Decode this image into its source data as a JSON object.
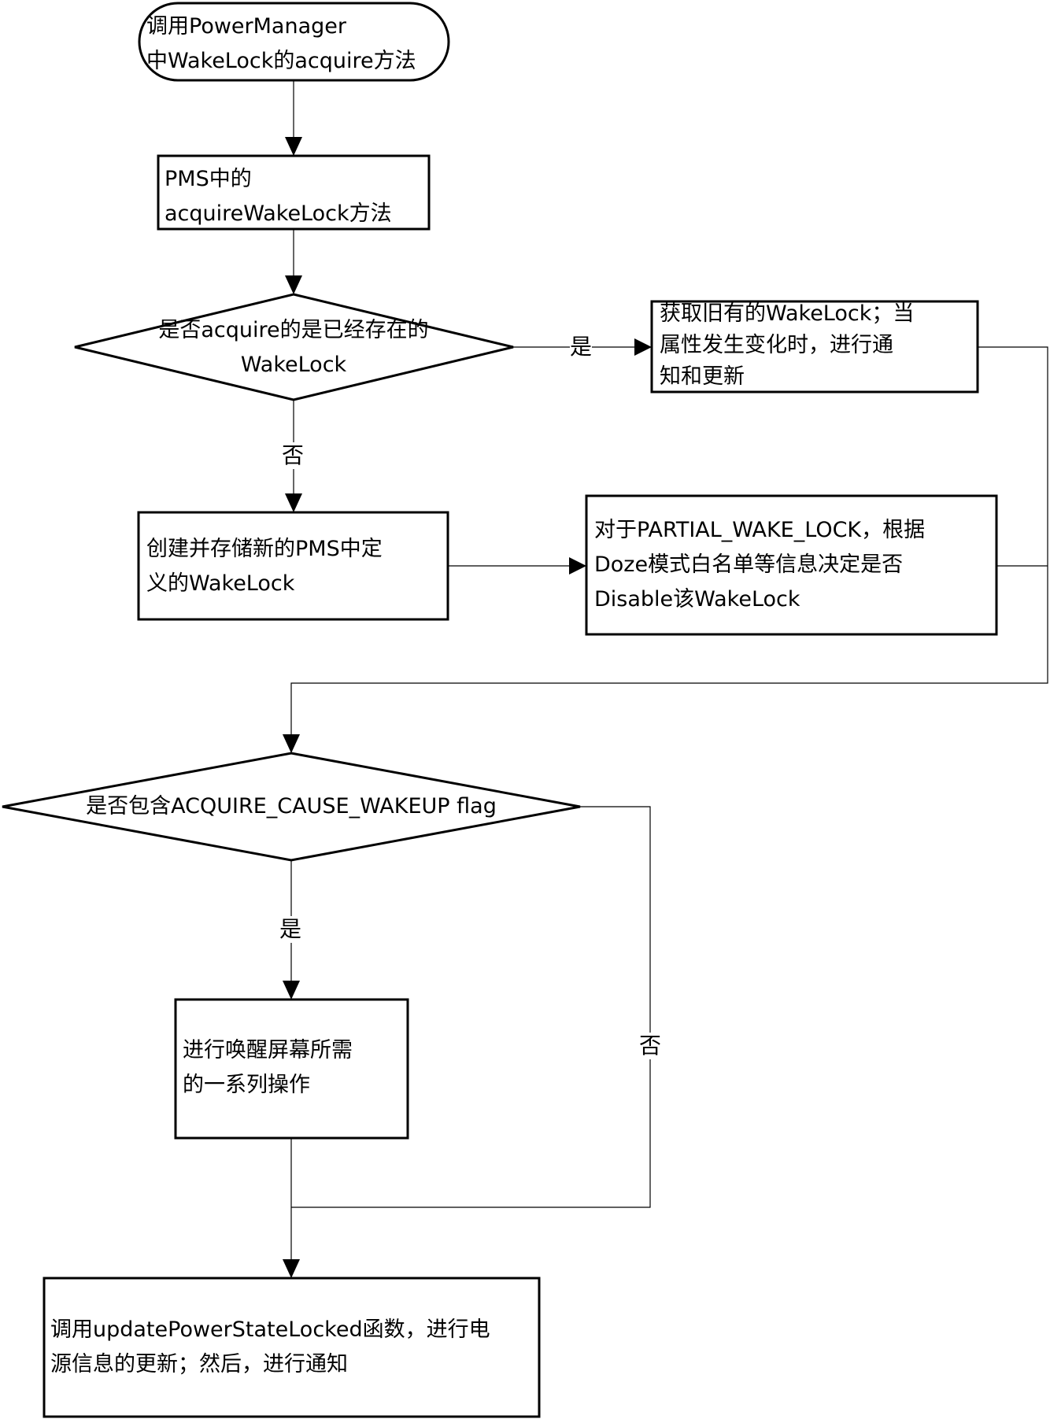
{
  "flowchart": {
    "start": "调用PowerManager中WakeLock的acquire方法",
    "start_lines": [
      "调用PowerManager",
      "中WakeLock的acquire方法"
    ],
    "pms_lines": [
      "PMS中的",
      "acquireWakeLock方法"
    ],
    "decision1_lines": [
      "是否acquire的是已经存在的",
      "WakeLock"
    ],
    "yes1_box_lines": [
      "获取旧有的WakeLock；当",
      "属性发生变化时，进行通",
      "知和更新"
    ],
    "no1_box_lines": [
      "创建并存储新的PMS中定",
      "义的WakeLock"
    ],
    "partial_box_lines": [
      "对于PARTIAL_WAKE_LOCK，根据",
      "Doze模式白名单等信息决定是否",
      "Disable该WakeLock"
    ],
    "decision2": "是否包含ACQUIRE_CAUSE_WAKEUP flag",
    "wake_box_lines": [
      "进行唤醒屏幕所需",
      "的一系列操作"
    ],
    "final_box_lines": [
      "调用updatePowerStateLocked函数，进行电",
      "源信息的更新；然后，进行通知"
    ],
    "labels": {
      "d1_yes": "是",
      "d1_no": "否",
      "d2_yes": "是",
      "d2_no": "否"
    }
  }
}
